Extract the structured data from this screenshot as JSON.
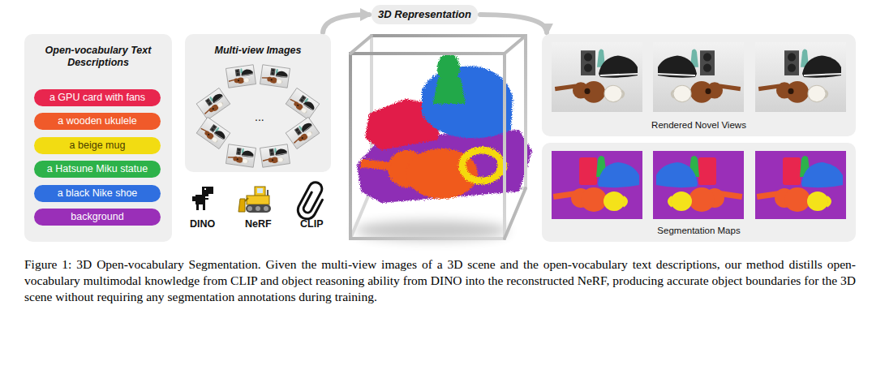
{
  "diagram": {
    "caption": "Figure 1: 3D Open-vocabulary Segmentation. Given the multi-view images of a 3D scene and the open-vocabulary text descriptions, our method distills open-vocabulary multimodal knowledge from CLIP and object reasoning ability from DINO into the reconstructed NeRF, producing accurate object boundaries for the 3D scene without requiring any segmentation annotations during training.",
    "nodes": [
      {
        "text": [
          "Open-vocabulary Text Descriptions"
        ]
      },
      {
        "text": [
          "a GPU card with fans"
        ],
        "in": 0
      },
      {
        "text": [
          "a wooden ukulele"
        ],
        "in": 0
      },
      {
        "text": [
          "a beige mug"
        ],
        "in": 0
      },
      {
        "text": [
          "a Hatsune Miku statue"
        ],
        "in": 0
      },
      {
        "text": [
          "a black Nike shoe"
        ],
        "in": 0
      },
      {
        "text": [
          "background"
        ],
        "in": 0
      },
      {
        "text": [
          "Multi-view Images"
        ]
      },
      {
        "text": [
          "3D Representation"
        ]
      },
      {
        "text": [
          "Rendered Novel Views"
        ]
      },
      {
        "text": [
          "Segmentation Maps"
        ]
      }
    ],
    "edges": [
      {
        "from": 7,
        "to": 8,
        "arrow": "to"
      },
      {
        "from": 8,
        "to": 9,
        "arrow": "to"
      }
    ],
    "labels": [
      "...",
      "DINO",
      "NeRF",
      "CLIP"
    ]
  }
}
